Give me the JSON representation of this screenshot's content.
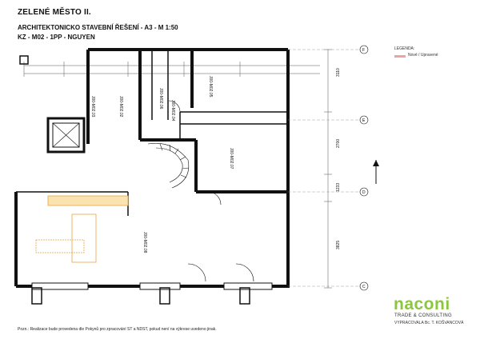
{
  "header": {
    "title": "ZELENÉ MĚSTO II.",
    "subtitle": "ARCHITEKTONICKO STAVEBNÍ ŘEŠENÍ  - A3 - M 1:50",
    "code": "KZ - M02 - 1PP - NGUYEN"
  },
  "legend": {
    "title": "LEGENDA:",
    "item_label": "Nové / Upravené",
    "item_color": "#f2a0a0"
  },
  "rooms": [
    {
      "label": "J00-M02.02"
    },
    {
      "label": "J00-M02.03"
    },
    {
      "label": "J00-M02.04"
    },
    {
      "label": "J00-M02.05"
    },
    {
      "label": "J00-M02.06"
    },
    {
      "label": "J00-M02.07"
    },
    {
      "label": "J00-M02.08"
    }
  ],
  "dimensions_right": [
    "3110",
    "2700",
    "1233",
    "3825"
  ],
  "grid_markers": [
    "F",
    "E",
    "D",
    "C"
  ],
  "footnote": "Pozn.: Realizace bude provedena dle Pokynů pro zpracování ST a NDST, pokud není na výkrese uvedeno jinak.",
  "logo": {
    "name": "naconi",
    "tagline": "TRADE & CONSULTING",
    "author": "VYPRACOVALA Bc. T. KOŠVANCOVÁ",
    "color": "#8cc63f"
  }
}
